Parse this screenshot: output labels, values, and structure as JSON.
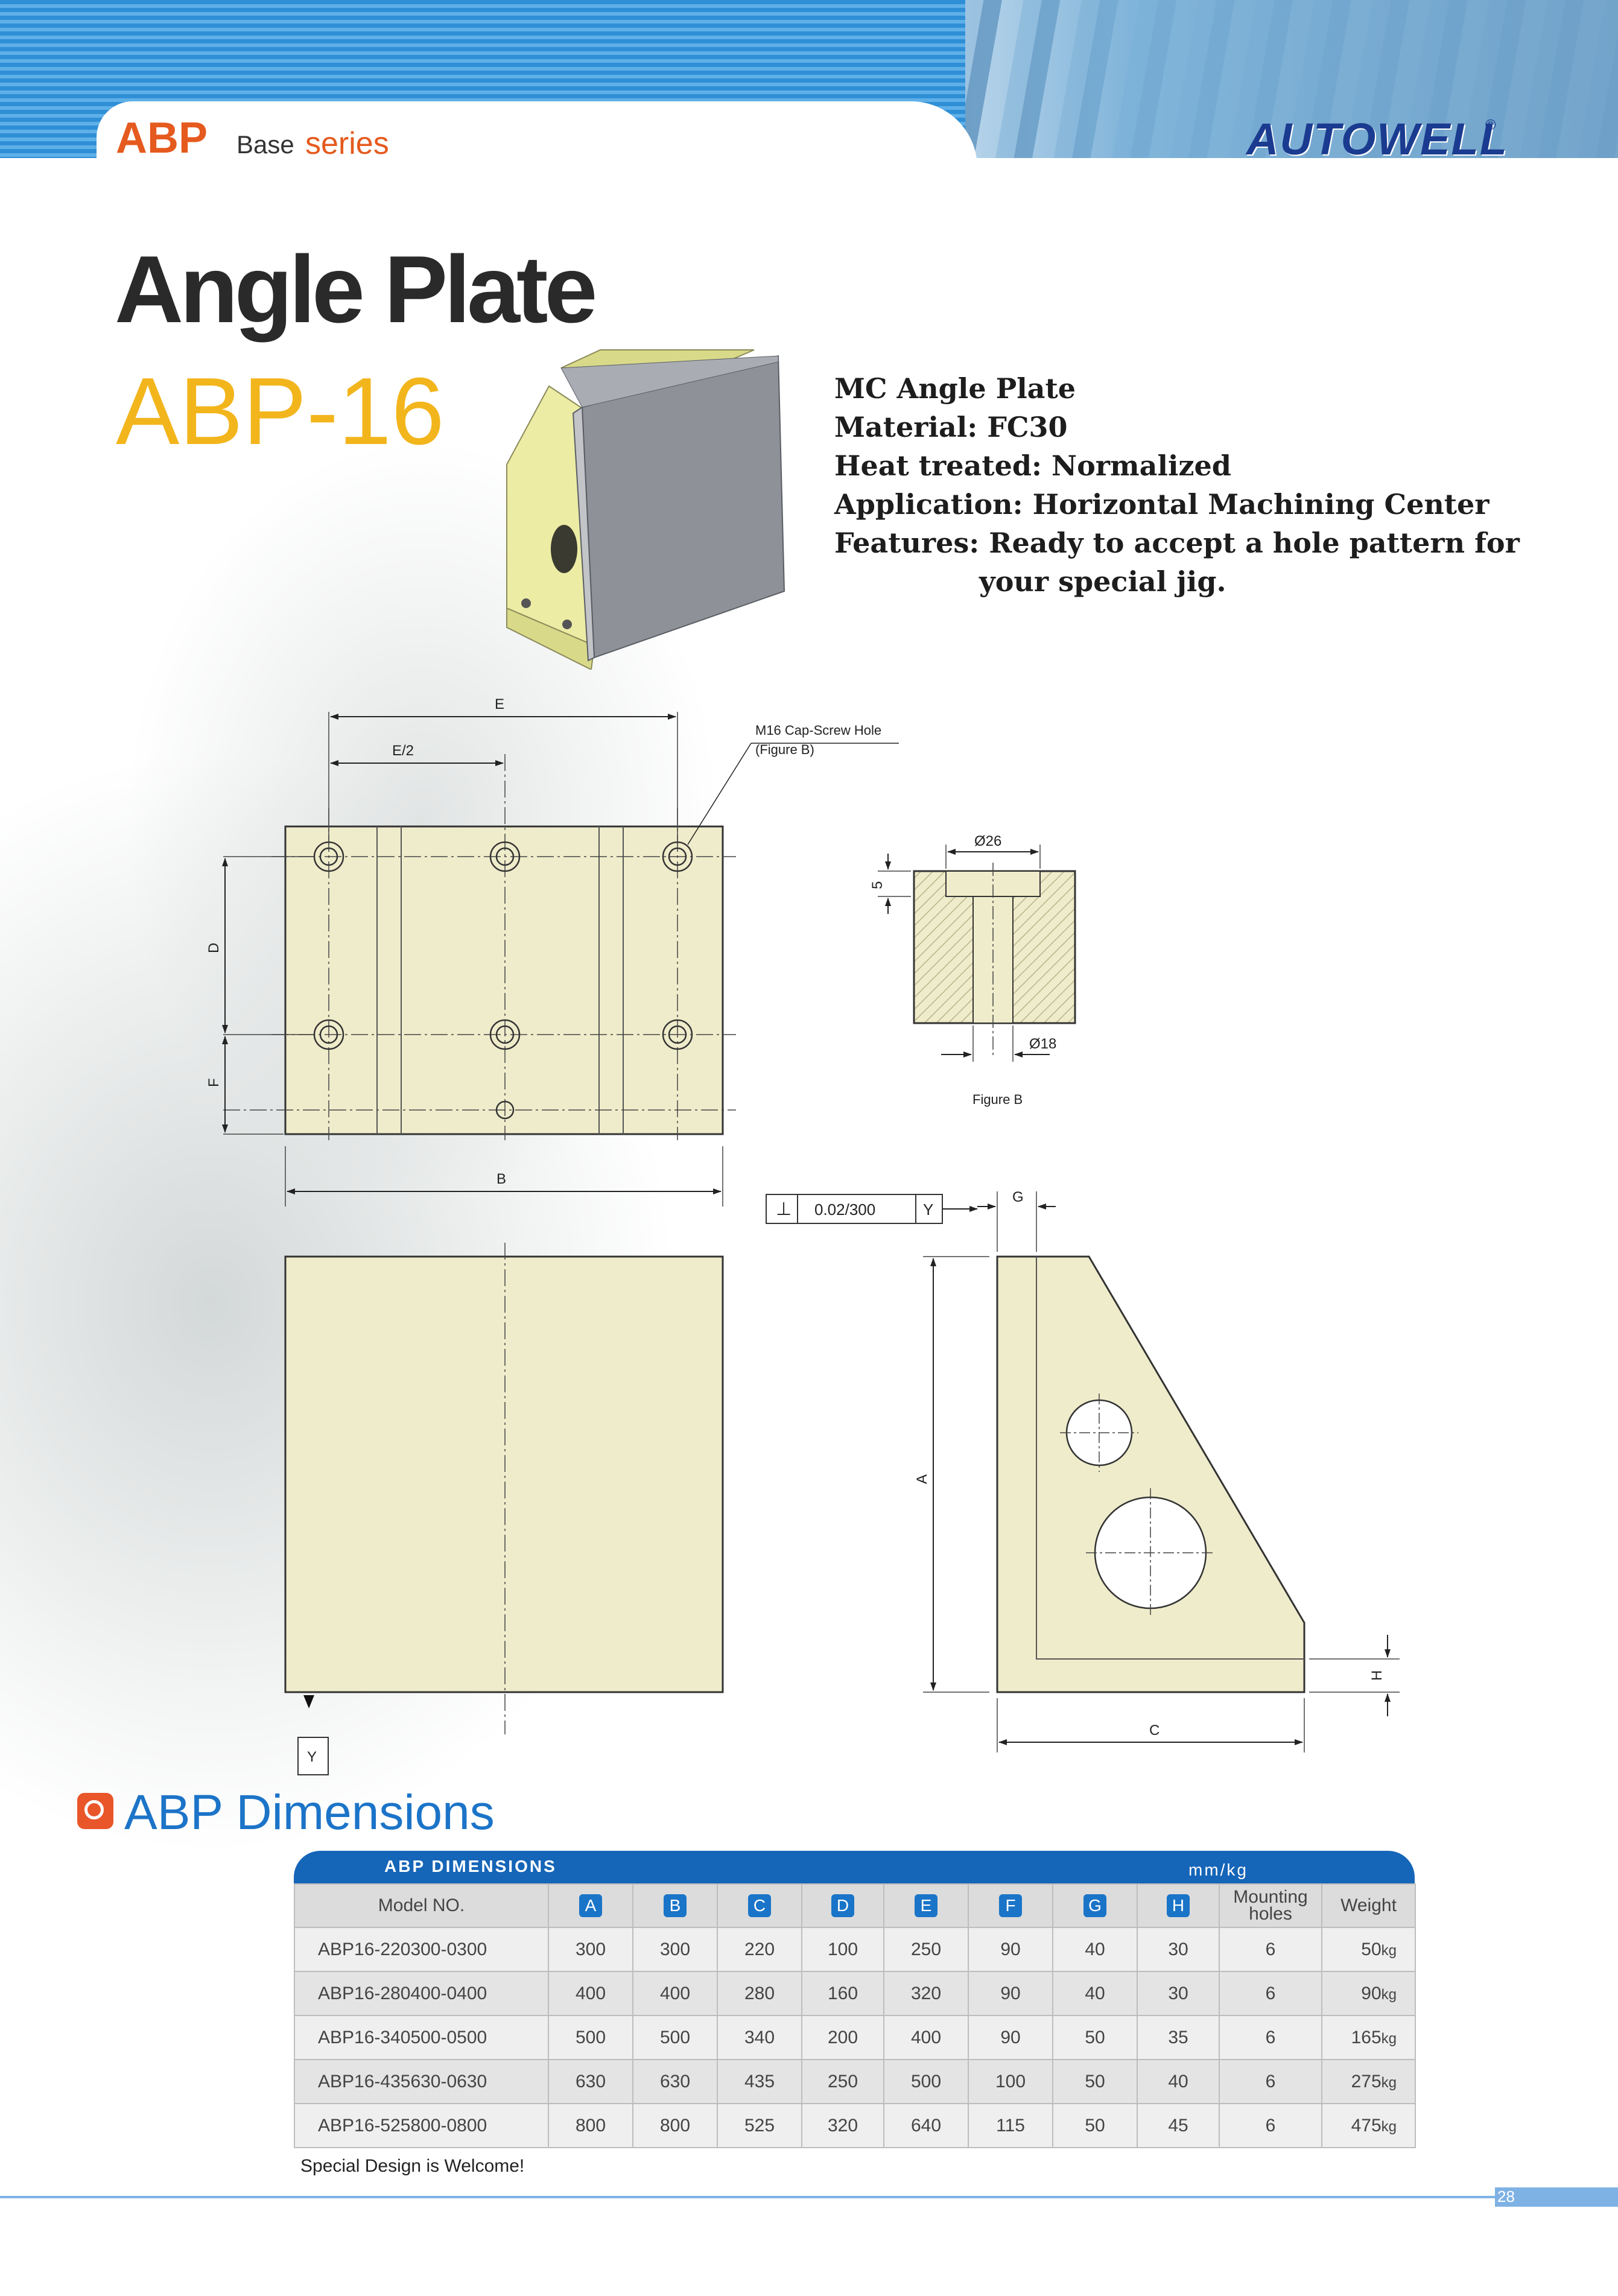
{
  "header": {
    "brand_abp": "ABP",
    "brand_base": "Base",
    "brand_series": "series",
    "logo": "AUTOWELL",
    "logo_reg": "®"
  },
  "title": "Angle Plate",
  "model": "ABP-16",
  "specs": {
    "line1": "MC Angle Plate",
    "line2": "Material: FC30",
    "line3": "Heat treated: Normalized",
    "line4": "Application: Horizontal Machining Center",
    "line5": "Features: Ready to accept a hole pattern for",
    "line6": "your special jig."
  },
  "drawing": {
    "dim_E": "E",
    "dim_E2": "E/2",
    "dim_D": "D",
    "dim_F": "F",
    "dim_B": "B",
    "dim_A": "A",
    "dim_C": "C",
    "dim_G": "G",
    "dim_H": "H",
    "datum_Y": "Y",
    "callout_line1": "M16 Cap-Screw Hole",
    "callout_line2": "(Figure B)",
    "fig_b_d26": "Ø26",
    "fig_b_d18": "Ø18",
    "fig_b_5": "5",
    "figure_b_label": "Figure B",
    "tolerance_symbol": "⊥",
    "tolerance_value": "0.02/300",
    "tolerance_ref": "Y"
  },
  "dimensions_heading": "ABP Dimensions",
  "table": {
    "title": "ABP DIMENSIONS",
    "unit": "mm/kg",
    "headers": {
      "model": "Model NO.",
      "A": "A",
      "B": "B",
      "C": "C",
      "D": "D",
      "E": "E",
      "F": "F",
      "G": "G",
      "H": "H",
      "mount_1": "Mounting",
      "mount_2": "holes",
      "weight": "Weight"
    },
    "rows": [
      {
        "model": "ABP16-220300-0300",
        "A": "300",
        "B": "300",
        "C": "220",
        "D": "100",
        "E": "250",
        "F": "90",
        "G": "40",
        "H": "30",
        "holes": "6",
        "weight": "50",
        "weight_unit": "kg"
      },
      {
        "model": "ABP16-280400-0400",
        "A": "400",
        "B": "400",
        "C": "280",
        "D": "160",
        "E": "320",
        "F": "90",
        "G": "40",
        "H": "30",
        "holes": "6",
        "weight": "90",
        "weight_unit": "kg"
      },
      {
        "model": "ABP16-340500-0500",
        "A": "500",
        "B": "500",
        "C": "340",
        "D": "200",
        "E": "400",
        "F": "90",
        "G": "50",
        "H": "35",
        "holes": "6",
        "weight": "165",
        "weight_unit": "kg"
      },
      {
        "model": "ABP16-435630-0630",
        "A": "630",
        "B": "630",
        "C": "435",
        "D": "250",
        "E": "500",
        "F": "100",
        "G": "50",
        "H": "40",
        "holes": "6",
        "weight": "275",
        "weight_unit": "kg"
      },
      {
        "model": "ABP16-525800-0800",
        "A": "800",
        "B": "800",
        "C": "525",
        "D": "320",
        "E": "640",
        "F": "115",
        "G": "50",
        "H": "45",
        "holes": "6",
        "weight": "475",
        "weight_unit": "kg"
      }
    ],
    "note": "Special Design is Welcome!"
  },
  "page_number": "28",
  "colors": {
    "accent_orange": "#e55a1e",
    "title_yellow": "#f2b51c",
    "brand_blue": "#1565b8",
    "part_fill": "#efeccb"
  }
}
